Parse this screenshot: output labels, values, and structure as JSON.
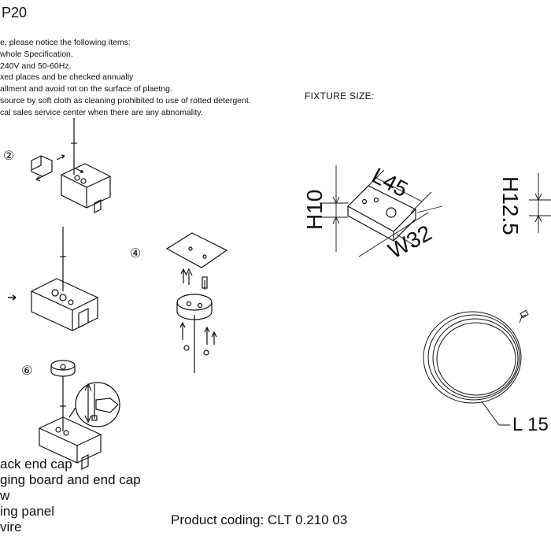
{
  "header": {
    "model": "P20"
  },
  "notes": [
    "e, please notice the following items:",
    "whole Specification.",
    "240V and 50-60Hz.",
    "xed places and be checked annually",
    "allment and avoid rot on the surface of plaetng.",
    "source by soft cloth as cleaning prohibited to use of rotted detergent.",
    "cal sales service center when there are any abnomality."
  ],
  "fixture_size": {
    "label": "FIXTURE SIZE:",
    "bracket": {
      "length": "L45",
      "height": "H10",
      "width": "W32"
    },
    "height_right": "H12.5",
    "cable": "L 15"
  },
  "steps": {
    "two": "②",
    "four": "④",
    "six": "⑥"
  },
  "parts_list": [
    "ack end cap",
    "ging board and end cap",
    "w",
    "ing panel",
    "vire"
  ],
  "product_coding": "Product coding: CLT 0.210 03"
}
